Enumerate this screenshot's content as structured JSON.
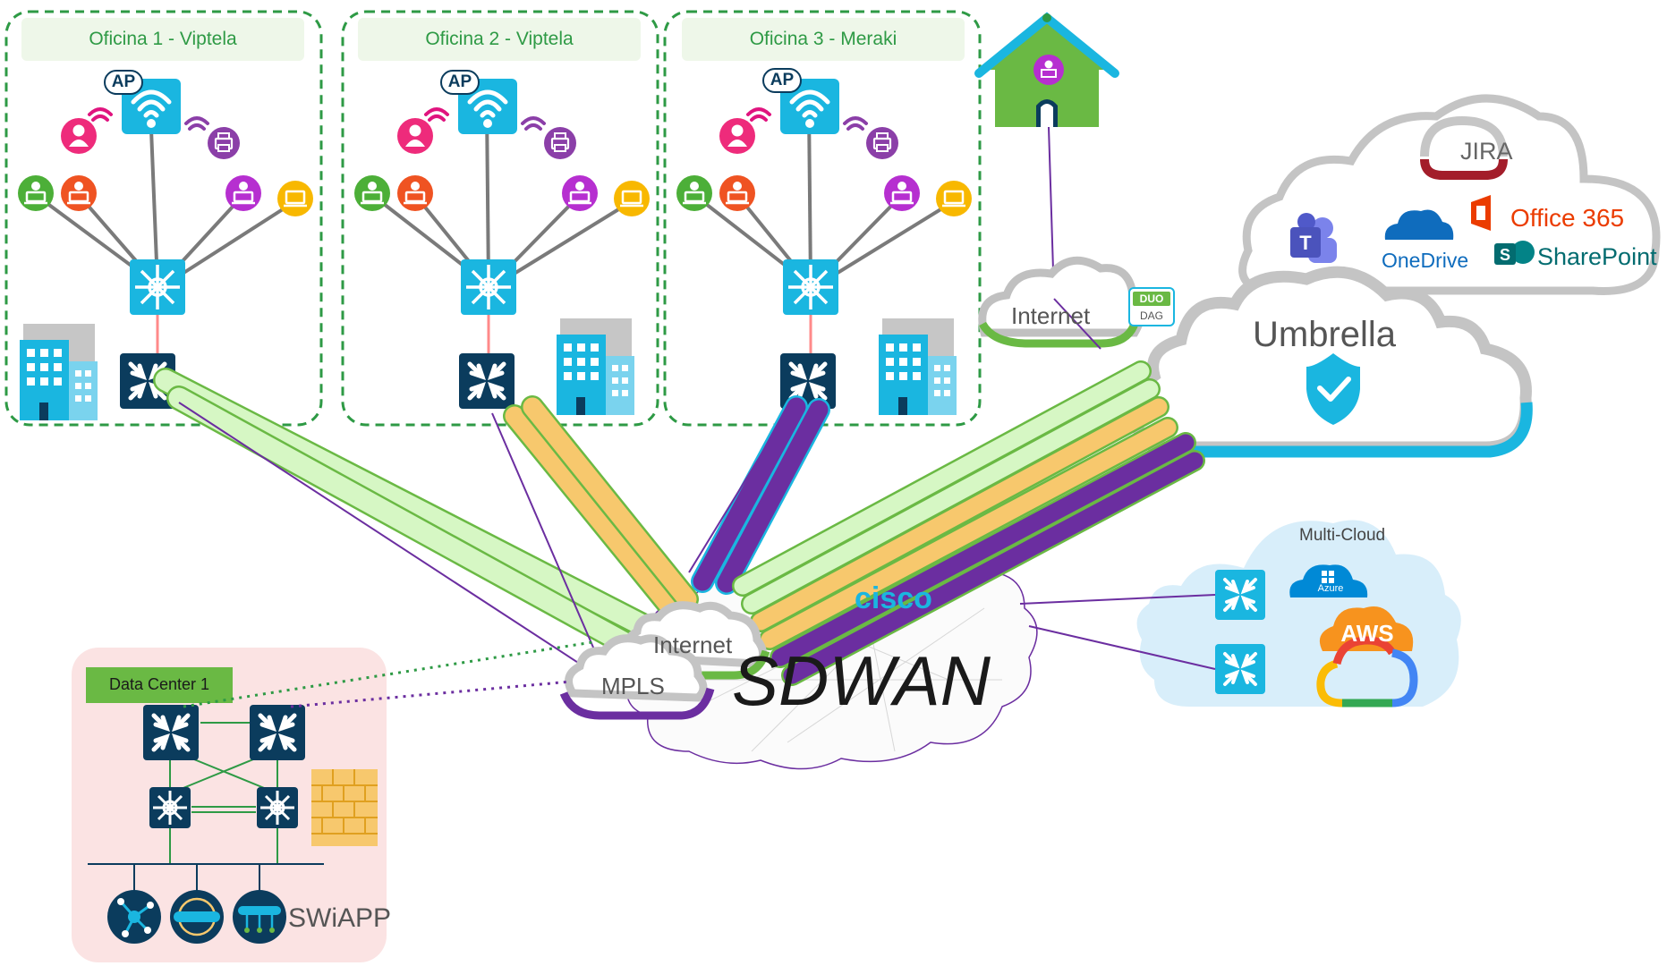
{
  "offices": [
    {
      "title": "Oficina 1 - Viptela",
      "ap_label": "AP"
    },
    {
      "title": "Oficina 2 - Viptela",
      "ap_label": "AP"
    },
    {
      "title": "Oficina 3 - Meraki",
      "ap_label": "AP"
    }
  ],
  "home": {
    "internet_label": "Internet",
    "duo_badge": "DUO",
    "dag_badge": "DAG"
  },
  "saas": {
    "jira": "JIRA",
    "office365": "Office 365",
    "onedrive": "OneDrive",
    "sharepoint": "SharePoint"
  },
  "umbrella": {
    "label": "Umbrella"
  },
  "sdwan": {
    "label": "SDWAN",
    "cisco_text": "cisco",
    "internet_label": "Internet",
    "mpls_label": "MPLS"
  },
  "multicloud": {
    "label": "Multi-Cloud",
    "azure": "Azure",
    "aws": "AWS"
  },
  "datacenter": {
    "label": "Data Center 1",
    "swiapp": "SWiAPP"
  },
  "colors": {
    "green_link": "#c9f2b3",
    "orange_link": "#f7c86d",
    "purple_link": "#6b2ea0",
    "cisco_blue": "#1ab6e0",
    "office_border": "#2e9a45",
    "router_dark": "#0b3c5d"
  }
}
